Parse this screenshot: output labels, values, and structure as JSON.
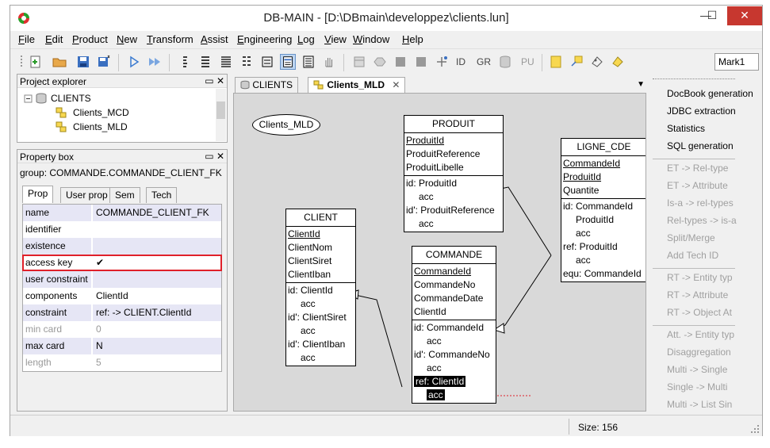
{
  "window": {
    "title": "DB-MAIN  - [D:\\DBmain\\developpez\\clients.lun]",
    "controls": {
      "minimize": "—",
      "maximize": "☐",
      "close": "✕"
    }
  },
  "menu": [
    {
      "label": "File",
      "u": "F",
      "rest": "ile"
    },
    {
      "label": "Edit",
      "u": "E",
      "rest": "dit"
    },
    {
      "label": "Product",
      "u": "P",
      "rest": "roduct"
    },
    {
      "label": "New",
      "u": "N",
      "rest": "ew"
    },
    {
      "label": "Transform",
      "u": "T",
      "rest": "ransform"
    },
    {
      "label": "Assist",
      "u": "A",
      "rest": "ssist"
    },
    {
      "label": "Engineering",
      "u": "E",
      "rest": "ngineering"
    },
    {
      "label": "Log",
      "u": "L",
      "rest": "og"
    },
    {
      "label": "View",
      "u": "V",
      "rest": "iew"
    },
    {
      "label": "Window",
      "u": "W",
      "rest": "indow"
    },
    {
      "label": "Help",
      "u": "H",
      "rest": "elp"
    }
  ],
  "toolbar": {
    "id_label": "ID",
    "gr_label": "GR",
    "pu_label": "PU",
    "mark_select": "Mark1"
  },
  "project_explorer": {
    "title": "Project explorer",
    "root": "CLIENTS",
    "children": [
      "Clients_MCD",
      "Clients_MLD"
    ]
  },
  "property_box": {
    "title": "Property box",
    "group_line": "group: COMMANDE.COMMANDE_CLIENT_FK",
    "tabs": [
      "Prop",
      "User prop",
      "Sem",
      "Tech"
    ],
    "rows": [
      {
        "name": "name",
        "value": "COMMANDE_CLIENT_FK"
      },
      {
        "name": "identifier",
        "value": ""
      },
      {
        "name": "existence",
        "value": ""
      },
      {
        "name": "access key",
        "value": "✔"
      },
      {
        "name": "user constraint",
        "value": ""
      },
      {
        "name": "components",
        "value": "ClientId"
      },
      {
        "name": "constraint",
        "value": "ref:  -> CLIENT.ClientId"
      },
      {
        "name": "min card",
        "value": "0"
      },
      {
        "name": "max card",
        "value": "N"
      },
      {
        "name": "length",
        "value": "5"
      }
    ]
  },
  "doc_tabs": [
    {
      "label": "CLIENTS"
    },
    {
      "label": "Clients_MLD"
    }
  ],
  "schema_label": "Clients_MLD",
  "entities": {
    "produit": {
      "name": "PRODUIT",
      "attributes": [
        "ProduitId",
        "ProduitReference",
        "ProduitLibelle"
      ],
      "constraints": [
        "id: ProduitId",
        "acc",
        "id': ProduitReference",
        "acc"
      ]
    },
    "ligne_cde": {
      "name": "LIGNE_CDE",
      "attributes": [
        "CommandeId",
        "ProduitId",
        "Quantite"
      ],
      "constraints": [
        "id: CommandeId",
        "ProduitId",
        "acc",
        "ref: ProduitId",
        "acc",
        "equ: CommandeId"
      ]
    },
    "client": {
      "name": "CLIENT",
      "attributes": [
        "ClientId",
        "ClientNom",
        "ClientSiret",
        "ClientIban"
      ],
      "constraints": [
        "id: ClientId",
        "acc",
        "id': ClientSiret",
        "acc",
        "id': ClientIban",
        "acc"
      ]
    },
    "commande": {
      "name": "COMMANDE",
      "attributes": [
        "CommandeId",
        "CommandeNo",
        "CommandeDate",
        "ClientId"
      ],
      "constraints": [
        "id: CommandeId",
        "acc",
        "id': CommandeNo",
        "acc",
        "ref: ClientId",
        "acc"
      ]
    }
  },
  "right_panel": {
    "active": [
      "DocBook generation",
      "JDBC extraction",
      "Statistics",
      "SQL generation"
    ],
    "group1": [
      "ET -> Rel-type",
      "ET -> Attribute",
      "Is-a -> rel-types",
      "Rel-types -> is-a",
      "Split/Merge",
      "Add Tech ID"
    ],
    "group2": [
      "RT -> Entity typ",
      "RT -> Attribute",
      "RT -> Object At"
    ],
    "group3": [
      "Att. -> Entity typ",
      "Disaggregation",
      "Multi -> Single",
      "Single -> Multi",
      "Multi -> List Sin"
    ]
  },
  "status": {
    "size": "Size: 156"
  },
  "colors": {
    "highlight_border": "#e0202a",
    "prop_row_bg": "#e6e6f5",
    "arrow": "#e0202a"
  }
}
